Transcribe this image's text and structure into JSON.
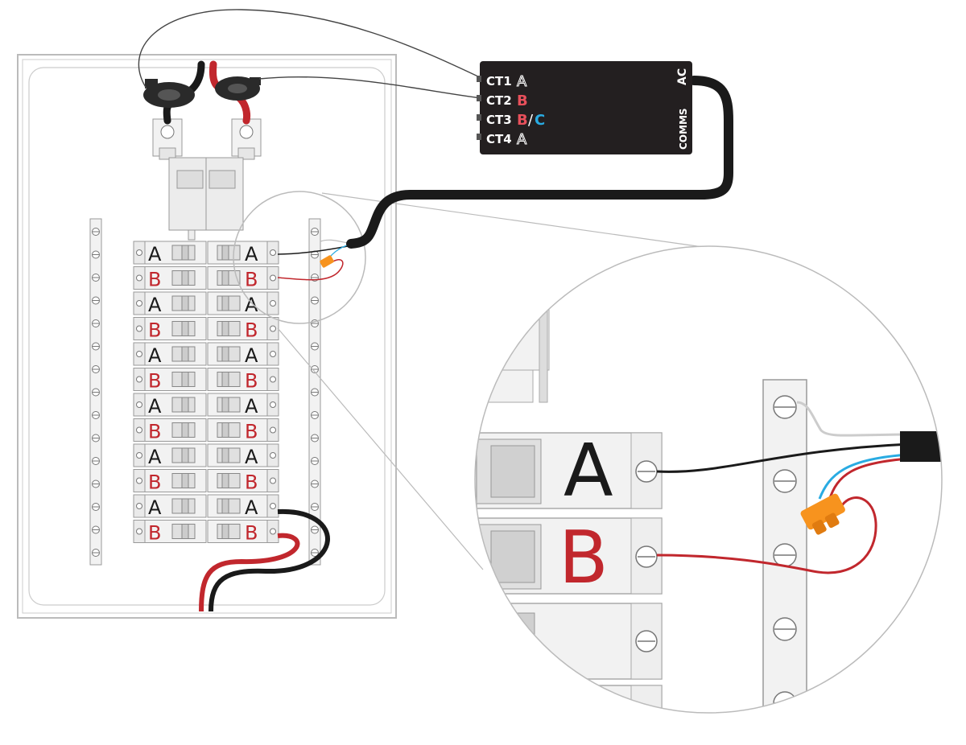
{
  "device": {
    "ports": [
      {
        "label": "CT1",
        "phase": [
          {
            "t": "A",
            "style": "outline-white"
          }
        ]
      },
      {
        "label": "CT2",
        "phase": [
          {
            "t": "B",
            "style": "red"
          }
        ]
      },
      {
        "label": "CT3",
        "phase": [
          {
            "t": "B",
            "style": "red"
          },
          {
            "t": "/",
            "style": "white"
          },
          {
            "t": "C",
            "style": "blue"
          }
        ]
      },
      {
        "label": "CT4",
        "phase": [
          {
            "t": "A",
            "style": "outline-white"
          }
        ]
      }
    ],
    "ac_label": "AC",
    "comms_label": "COMMS"
  },
  "breakers": {
    "rows": [
      "A",
      "B",
      "A",
      "B",
      "A",
      "B",
      "A",
      "B",
      "A",
      "B",
      "A",
      "B"
    ]
  },
  "zoom": {
    "labels": [
      "A",
      "B"
    ]
  },
  "colors": {
    "red": "#c1272d",
    "black": "#1a1a1a",
    "blue": "#29abe2",
    "orange": "#f7931e",
    "panel_grey": "#e6e6e6",
    "device_bg": "#231f20"
  }
}
